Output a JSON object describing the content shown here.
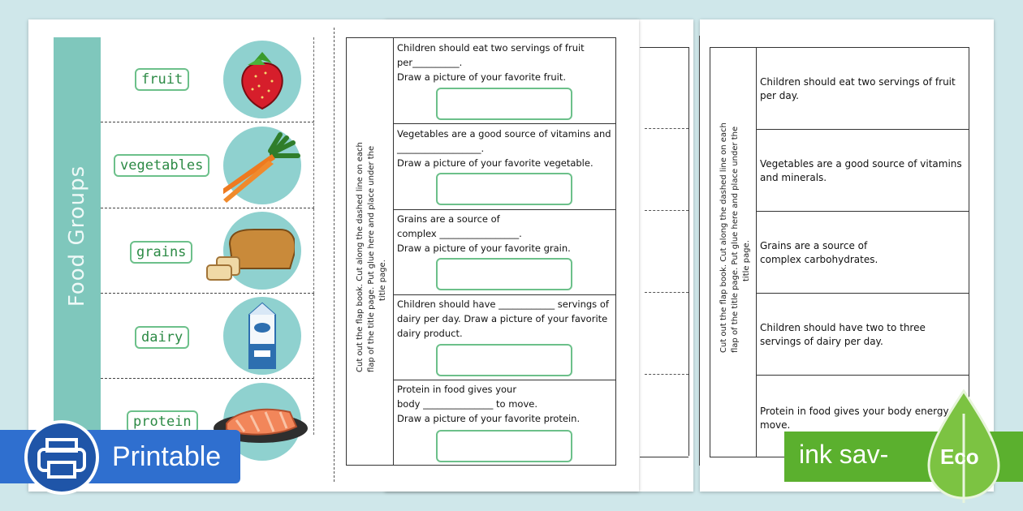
{
  "left_page": {
    "title": "Food Groups",
    "items": [
      {
        "label": "fruit",
        "icon": "strawberry-icon"
      },
      {
        "label": "vegetables",
        "icon": "carrot-icon"
      },
      {
        "label": "grains",
        "icon": "bread-icon"
      },
      {
        "label": "dairy",
        "icon": "milk-carton-icon"
      },
      {
        "label": "protein",
        "icon": "salmon-icon"
      }
    ]
  },
  "instructions": {
    "line1": "Cut out the flap book. Cut along the dashed line on each",
    "line2": "flap of the title page. Put glue here and place under the",
    "line3": "title page."
  },
  "question_page": {
    "cells": [
      {
        "text": "Children should eat two servings of fruit per__________.\nDraw a picture of your favorite fruit."
      },
      {
        "text": "Vegetables are a good source of vitamins and __________________.\nDraw a picture of your favorite vegetable."
      },
      {
        "text": "Grains are a source of\ncomplex _________________.\nDraw a picture of your favorite grain."
      },
      {
        "text": "Children should have ____________ servings of dairy per day. Draw a picture of your favorite dairy product."
      },
      {
        "text": "Protein in food gives your\nbody _______________ to move.\nDraw a picture of your favorite protein."
      }
    ]
  },
  "answer_page": {
    "cells": [
      {
        "text": "Children should eat two servings of fruit per day."
      },
      {
        "text": "Vegetables are a good source of vitamins and minerals."
      },
      {
        "text": "Grains are a source of\ncomplex carbohydrates."
      },
      {
        "text": "Children should have  two to three servings of dairy per day."
      },
      {
        "text": "Protein in food gives your body energy to move."
      }
    ]
  },
  "badges": {
    "printable": "Printable",
    "ink_saver": "ink sav-",
    "eco": "Eco"
  },
  "colors": {
    "accent_green": "#6cc08a",
    "title_strip": "#7fc7bc",
    "printable_blue": "#2f6fcf",
    "eco_green": "#5bb02e"
  }
}
